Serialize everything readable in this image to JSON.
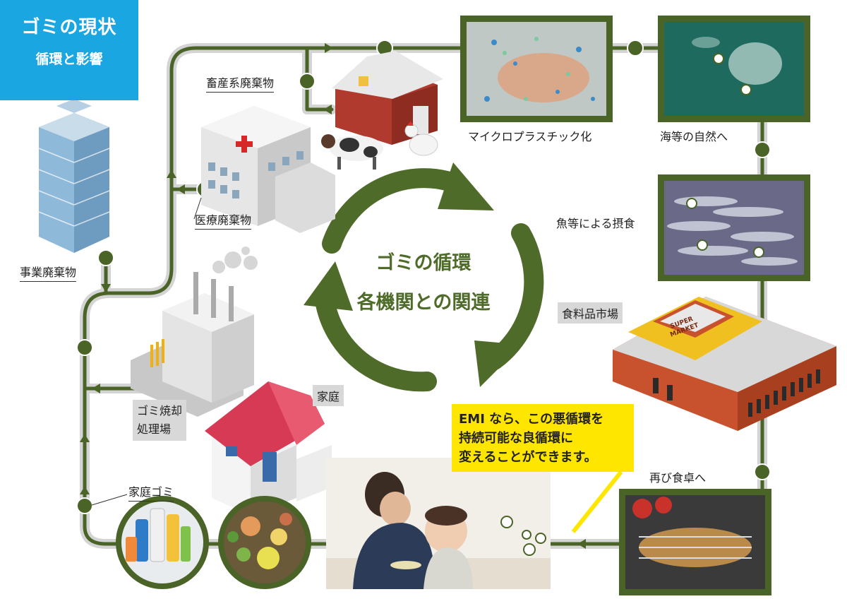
{
  "title": {
    "main": "ゴミの現状",
    "sub": "循環と影響"
  },
  "center": {
    "line1": "ゴミの循環",
    "line2": "各機関との関連"
  },
  "labels": {
    "business_waste": "事業廃棄物",
    "livestock_waste": "畜産系廃棄物",
    "medical_waste": "医療廃棄物",
    "incinerator_line1": "ゴミ焼却",
    "incinerator_line2": "処理場",
    "home": "家庭",
    "household_waste": "家庭ゴミ",
    "microplastic": "マイクロプラスチック化",
    "to_nature": "海等の自然へ",
    "fish_ingestion": "魚等による摂食",
    "food_market": "食料品市場",
    "back_to_table": "再び食卓へ"
  },
  "callout": {
    "line1": "EMI なら、この悪循環を",
    "line2": "持続可能な良循環に",
    "line3": "変えることができます。"
  },
  "supermarket_sign": {
    "line1": "SUPER",
    "line2": "MARKET"
  },
  "colors": {
    "pipe": "#4a6326",
    "pipe_light": "#d0d0d0",
    "accent": "#1aa6e0",
    "callout": "#ffe600",
    "cycle": "#4f6b2a"
  },
  "icons": [
    "office-building-icon",
    "barn-icon",
    "cow-icon",
    "chicken-icon",
    "hospital-icon",
    "factory-icon",
    "house-icon",
    "supermarket-icon",
    "bottles-icon",
    "food-scraps-icon"
  ]
}
